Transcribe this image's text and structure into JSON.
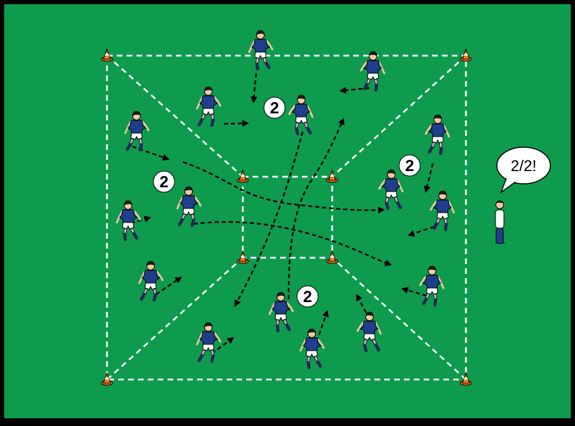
{
  "colors": {
    "pitch": "#0e9b4e",
    "border": "#000000",
    "lines": "#ffffff",
    "arrow": "#000000",
    "shirt": "#1f3e8c",
    "shorts": "#ffffff",
    "cone": "#ff7a1a",
    "coach_shirt": "#ffffff",
    "coach_pants": "#1f3e8c"
  },
  "diagram": {
    "group_labels": [
      "2",
      "2",
      "2",
      "2"
    ],
    "coach_call": "2/2!"
  },
  "icons": {
    "player": "player-icon",
    "cone": "cone-icon",
    "coach": "coach-icon",
    "speech": "speech-bubble-icon"
  }
}
